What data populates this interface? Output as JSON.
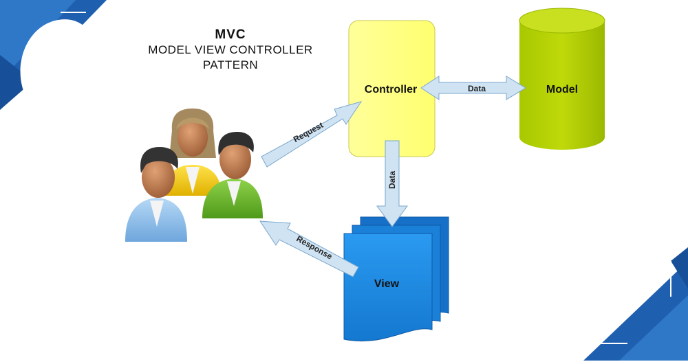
{
  "title": {
    "main": "MVC",
    "line1": "MODEL VIEW CONTROLLER",
    "line2": "PATTERN"
  },
  "nodes": {
    "controller": "Controller",
    "model": "Model",
    "view": "View"
  },
  "edges": {
    "request": "Request",
    "response": "Response",
    "controller_model": "Data",
    "controller_view": "Data"
  },
  "colors": {
    "controller_fill": "#ffff7a",
    "model_fill": "#b5d200",
    "view_fill": "#1e8fe0",
    "arrow_fill": "#cfe3f3",
    "corner_accent": "#1f5fb0"
  },
  "icons": {
    "users": "users-group-icon"
  }
}
